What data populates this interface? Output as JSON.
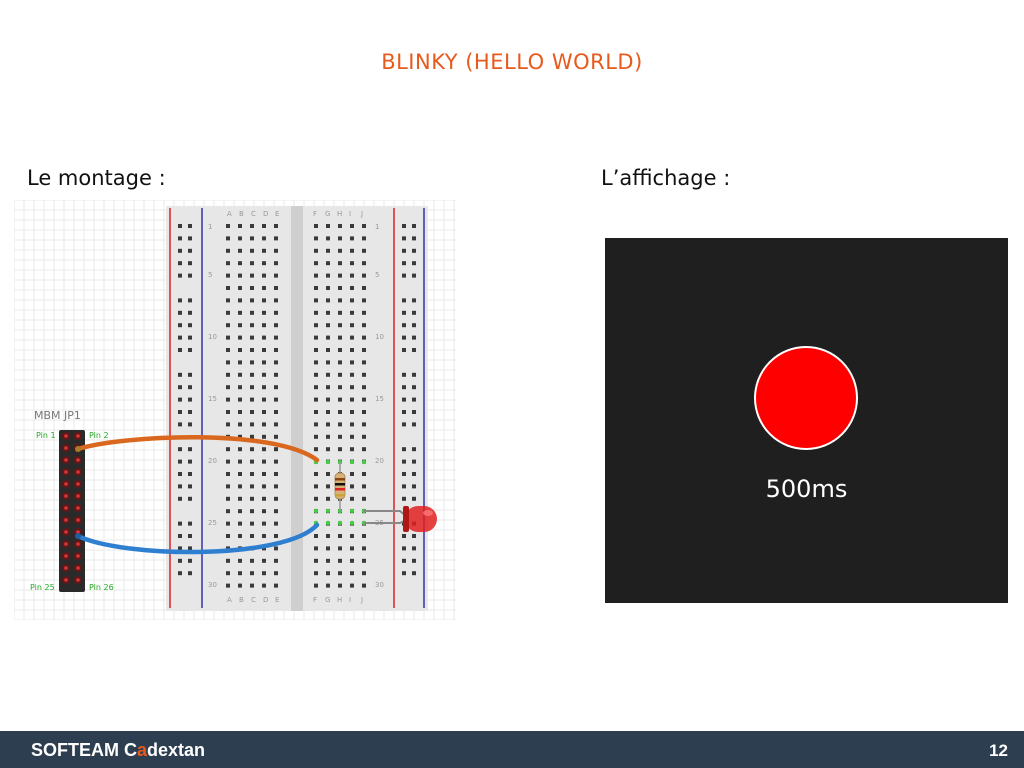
{
  "slide": {
    "title": "BLINKY (HELLO WORLD)",
    "left_label": "Le montage :",
    "right_label": "L’affichage :"
  },
  "circuit": {
    "header_title": "MBM JP1",
    "pin_labels": {
      "pin1": "Pin 1",
      "pin2": "Pin 2",
      "pin25": "Pin 25",
      "pin26": "Pin 26"
    },
    "column_letters_left": [
      "A",
      "B",
      "C",
      "D",
      "E"
    ],
    "column_letters_right": [
      "F",
      "G",
      "H",
      "I",
      "J"
    ],
    "row_numbers": [
      "1",
      "5",
      "10",
      "15",
      "20",
      "25",
      "30"
    ]
  },
  "display": {
    "interval": "500ms",
    "led_color": "#ff0000"
  },
  "footer": {
    "brand_prefix": "SOFTEAM C",
    "brand_accent": "a",
    "brand_suffix": "dextan",
    "page_number": "12"
  },
  "colors": {
    "title": "#e8591c",
    "footer_bg": "#2d3e50",
    "accent": "#e8591c",
    "wire_orange": "#d9681e",
    "wire_blue": "#2f7fd0",
    "pin_label_green": "#22aa22"
  }
}
